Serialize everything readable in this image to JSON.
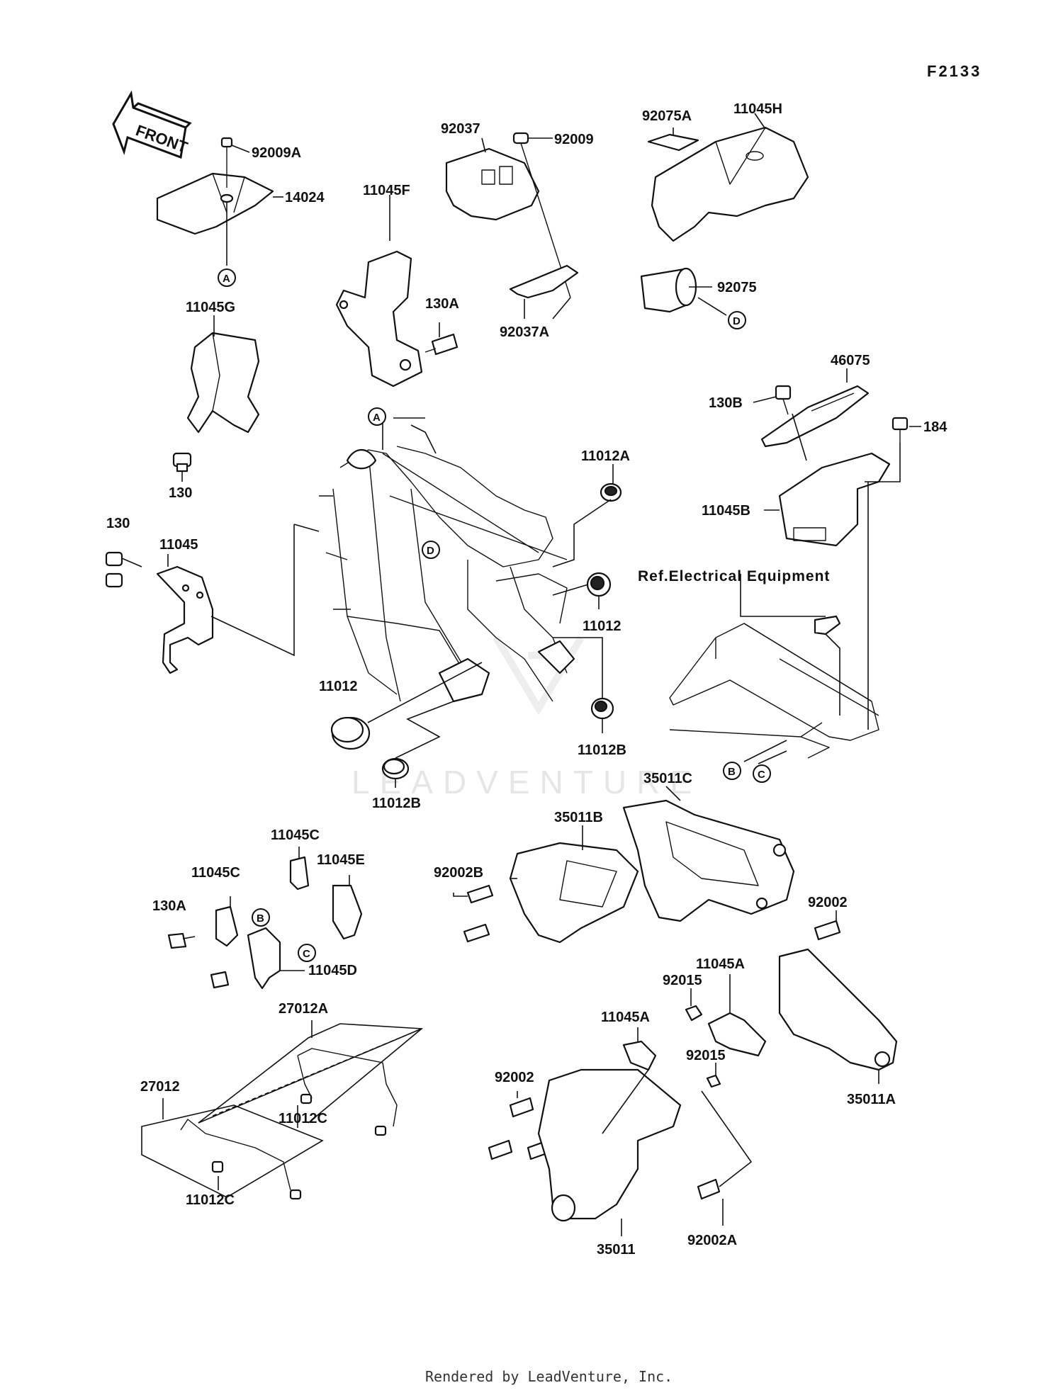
{
  "diagram_code": "F2133",
  "front_arrow_label": "FRONT",
  "ref_note": "Ref.Electrical  Equipment",
  "watermark": "LEADVENTURE",
  "footer": "Rendered by LeadVenture, Inc.",
  "ref_marks": [
    "A",
    "B",
    "C",
    "D"
  ],
  "parts": {
    "p92009A": "92009A",
    "p14024": "14024",
    "p11045G": "11045G",
    "p130_top": "130",
    "p11045F": "11045F",
    "p130A_top": "130A",
    "p92037": "92037",
    "p92009": "92009",
    "p92037A": "92037A",
    "p92075A": "92075A",
    "p11045H": "11045H",
    "p92075": "92075",
    "p46075": "46075",
    "p130B": "130B",
    "p184": "184",
    "p11045B": "11045B",
    "p11012A": "11012A",
    "p11012_right": "11012",
    "p11012_left": "11012",
    "p11012B_right": "11012B",
    "p11012B_left": "11012B",
    "p130_left": "130",
    "p11045": "11045",
    "p35011C": "35011C",
    "p35011B": "35011B",
    "p92002B": "92002B",
    "p11045C_top": "11045C",
    "p11045C_left": "11045C",
    "p11045E": "11045E",
    "p130A_bottom": "130A",
    "p11045D": "11045D",
    "p27012A": "27012A",
    "p27012": "27012",
    "p11012C_top": "11012C",
    "p11012C_bottom": "11012C",
    "p92002_right": "92002",
    "p11045A_right": "11045A",
    "p92015_top": "92015",
    "p11045A_mid": "11045A",
    "p92015_bottom": "92015",
    "p92002_left": "92002",
    "p35011A": "35011A",
    "p35011": "35011",
    "p92002A": "92002A"
  }
}
